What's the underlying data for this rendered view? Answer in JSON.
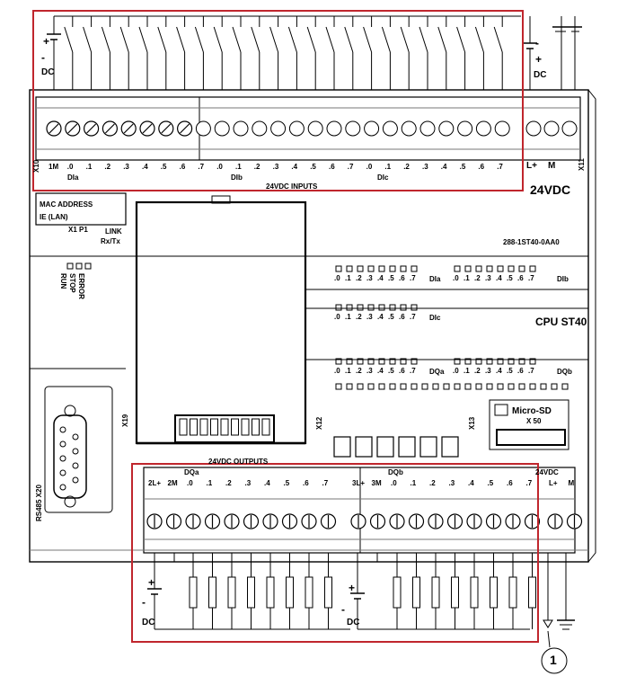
{
  "top_inputs": {
    "dc_plus_left": "+",
    "dc_minus_left": "-",
    "dc_label_left": "DC",
    "dc_plus_right": "+",
    "dc_minus_right": "-",
    "dc_label_right": "DC",
    "x10": "X10",
    "terminals": [
      "1M",
      ".0",
      ".1",
      ".2",
      ".3",
      ".4",
      ".5",
      ".6",
      ".7",
      ".0",
      ".1",
      ".2",
      ".3",
      ".4",
      ".5",
      ".6",
      ".7",
      ".0",
      ".1",
      ".2",
      ".3",
      ".4",
      ".5",
      ".6",
      ".7"
    ],
    "group_dia": "DIa",
    "group_dib": "DIb",
    "group_dic": "DIc",
    "bus_label": "24VDC INPUTS",
    "power": {
      "lplus": "L+",
      "m": "M",
      "x11": "X11",
      "vdc": "24VDC"
    }
  },
  "left_panel": {
    "mac": "MAC ADDRESS",
    "ie": "IE (LAN)",
    "x1p1": "X1 P1",
    "link": "LINK",
    "rxtx": "Rx/Tx",
    "leds": [
      "RUN",
      "STOP",
      "ERROR"
    ],
    "rs485": "RS485 X20"
  },
  "right_panel": {
    "part_no": "288-1ST40-0AA0",
    "cpu": "CPU ST40",
    "led_row_1a": [
      ".0",
      ".1",
      ".2",
      ".3",
      ".4",
      ".5",
      ".6",
      ".7"
    ],
    "led_row_1a_label": "DIa",
    "led_row_1b": [
      ".0",
      ".1",
      ".2",
      ".3",
      ".4",
      ".5",
      ".6",
      ".7"
    ],
    "led_row_1b_label": "DIb",
    "led_row_2": [
      ".0",
      ".1",
      ".2",
      ".3",
      ".4",
      ".5",
      ".6",
      ".7"
    ],
    "led_row_2_label": "DIc",
    "led_row_3a": [
      ".0",
      ".1",
      ".2",
      ".3",
      ".4",
      ".5",
      ".6",
      ".7"
    ],
    "led_row_3a_label": "DQa",
    "led_row_3b": [
      ".0",
      ".1",
      ".2",
      ".3",
      ".4",
      ".5",
      ".6",
      ".7"
    ],
    "led_row_3b_label": "DQb",
    "microsd": "Micro-SD",
    "x50": "X 50",
    "x12": "X12",
    "x13": "X13",
    "x19": "X19"
  },
  "bottom_outputs": {
    "bus_label": "24VDC OUTPUTS",
    "group_dqa": "DQa",
    "group_dqb": "DQb",
    "terminals": [
      "2L+",
      "2M",
      ".0",
      ".1",
      ".2",
      ".3",
      ".4",
      ".5",
      ".6",
      ".7",
      "3L+",
      "3M",
      ".0",
      ".1",
      ".2",
      ".3",
      ".4",
      ".5",
      ".6",
      ".7",
      "L+",
      "M"
    ],
    "vdc": "24VDC",
    "dc_plus_left": "+",
    "dc_minus_left": "-",
    "dc_label_left": "DC",
    "dc_plus_right": "+",
    "dc_minus_right": "-",
    "dc_label_right": "DC",
    "callout": "1"
  },
  "colors": {
    "highlight": "#c0262d",
    "line": "#000000",
    "panel": "#ffffff"
  }
}
